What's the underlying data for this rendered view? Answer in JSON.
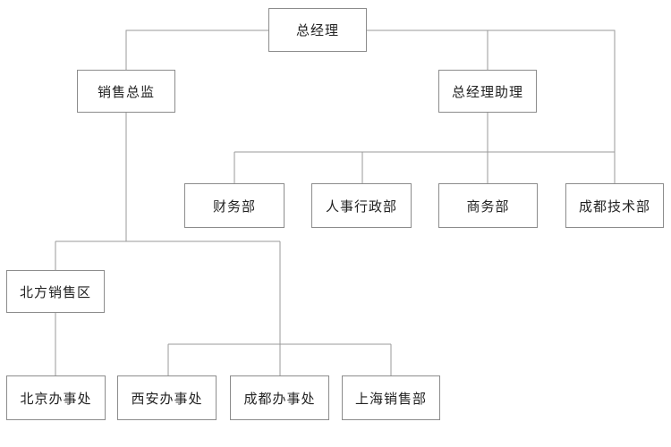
{
  "org_chart": {
    "gm": "总经理",
    "sales_director": "销售总监",
    "gm_assistant": "总经理助理",
    "finance": "财务部",
    "hr_admin": "人事行政部",
    "business": "商务部",
    "chengdu_tech": "成都技术部",
    "north_sales": "北方销售区",
    "beijing_office": "北京办事处",
    "xian_office": "西安办事处",
    "chengdu_office": "成都办事处",
    "shanghai_sales": "上海销售部"
  }
}
